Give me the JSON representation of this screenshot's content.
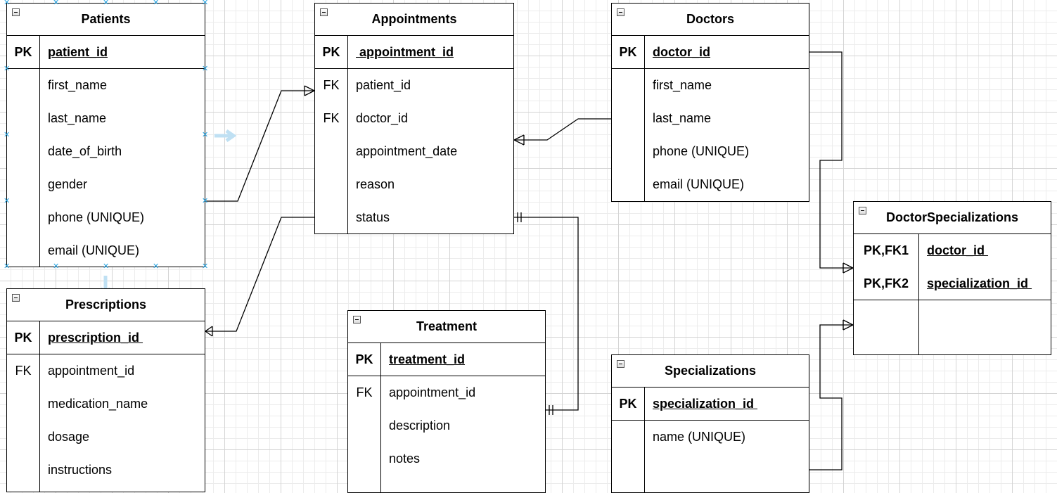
{
  "tables": {
    "patients": {
      "title": "Patients",
      "pk": {
        "key": "PK",
        "name": "patient_id"
      },
      "fields": [
        {
          "key": "",
          "name": "first_name"
        },
        {
          "key": "",
          "name": "last_name"
        },
        {
          "key": "",
          "name": "date_of_birth"
        },
        {
          "key": "",
          "name": "gender"
        },
        {
          "key": "",
          "name": "phone (UNIQUE)"
        },
        {
          "key": "",
          "name": "email (UNIQUE)"
        }
      ]
    },
    "appointments": {
      "title": "Appointments",
      "pk": {
        "key": "PK",
        "name": " appointment_id"
      },
      "fields": [
        {
          "key": "FK",
          "name": "patient_id"
        },
        {
          "key": "FK",
          "name": "doctor_id"
        },
        {
          "key": "",
          "name": "appointment_date"
        },
        {
          "key": "",
          "name": "reason"
        },
        {
          "key": "",
          "name": "status"
        }
      ]
    },
    "doctors": {
      "title": "Doctors",
      "pk": {
        "key": "PK",
        "name": "doctor_id"
      },
      "fields": [
        {
          "key": "",
          "name": "first_name"
        },
        {
          "key": "",
          "name": "last_name"
        },
        {
          "key": "",
          "name": "phone (UNIQUE)"
        },
        {
          "key": "",
          "name": "email (UNIQUE)"
        }
      ]
    },
    "doctor_specializations": {
      "title": "DoctorSpecializations",
      "fields": [
        {
          "key": "PK,FK1",
          "name": "doctor_id "
        },
        {
          "key": "PK,FK2",
          "name": "specialization_id "
        }
      ]
    },
    "prescriptions": {
      "title": "Prescriptions",
      "pk": {
        "key": "PK",
        "name": "prescription_id "
      },
      "fields": [
        {
          "key": "FK",
          "name": "appointment_id"
        },
        {
          "key": "",
          "name": "medication_name"
        },
        {
          "key": "",
          "name": "dosage"
        },
        {
          "key": "",
          "name": "instructions"
        }
      ]
    },
    "treatment": {
      "title": "Treatment",
      "pk": {
        "key": "PK",
        "name": "treatment_id"
      },
      "fields": [
        {
          "key": "FK",
          "name": "appointment_id"
        },
        {
          "key": "",
          "name": "description"
        },
        {
          "key": "",
          "name": "notes"
        }
      ]
    },
    "specializations": {
      "title": "Specializations",
      "pk": {
        "key": "PK",
        "name": "specialization_id "
      },
      "fields": [
        {
          "key": "",
          "name": "name (UNIQUE)"
        }
      ]
    }
  },
  "relationships": [
    {
      "from": "Patients",
      "to": "Appointments",
      "cardinality": "one-to-many"
    },
    {
      "from": "Doctors",
      "to": "Appointments",
      "cardinality": "one-to-many"
    },
    {
      "from": "Appointments",
      "to": "Prescriptions",
      "cardinality": "one-to-many"
    },
    {
      "from": "Appointments",
      "to": "Treatment",
      "cardinality": "one-to-one"
    },
    {
      "from": "Doctors",
      "to": "DoctorSpecializations",
      "cardinality": "one-to-many"
    },
    {
      "from": "Specializations",
      "to": "DoctorSpecializations",
      "cardinality": "one-to-many"
    }
  ],
  "colors": {
    "line": "#000000",
    "selection": "#29a3e0",
    "grid": "#d4d4d4",
    "table_bg": "#ffffff"
  }
}
